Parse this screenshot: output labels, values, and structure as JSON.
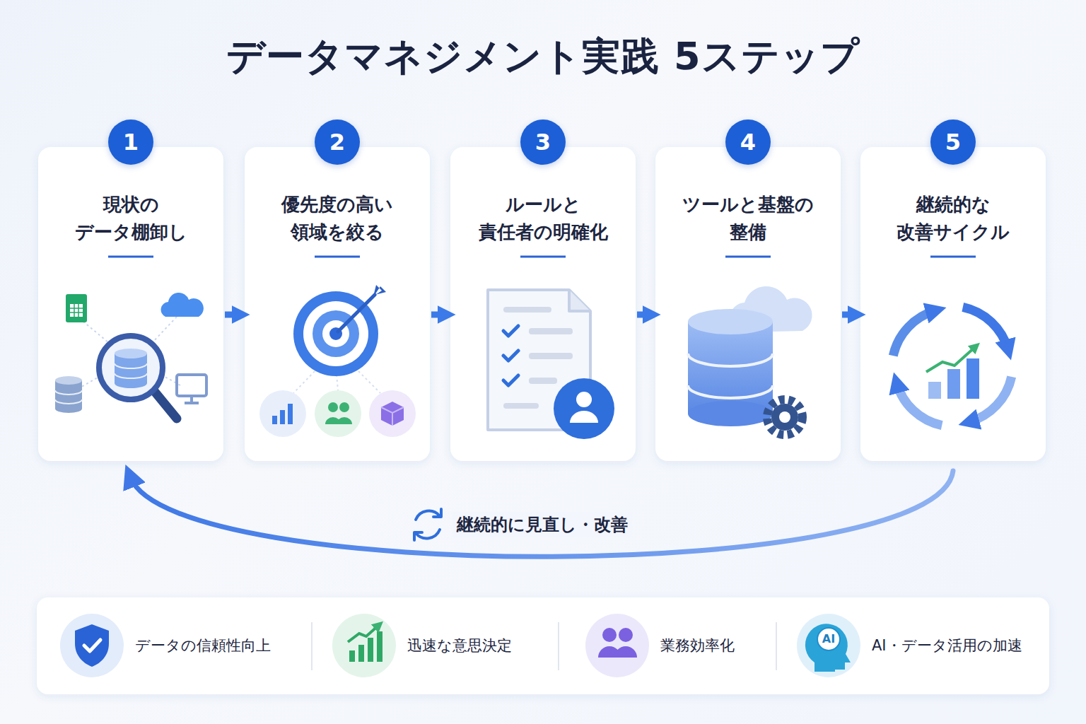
{
  "diagram": {
    "title": "データマネジメント実践 5ステップ",
    "nodes": [
      {
        "text": [
          "現状の データ棚卸し"
        ]
      },
      {
        "text": [
          "1"
        ],
        "in": 0
      },
      {
        "text": [
          "優先度の高い 領域を絞る"
        ]
      },
      {
        "text": [
          "2"
        ],
        "in": 2
      },
      {
        "text": [
          "ルールと 責任者の明確化"
        ]
      },
      {
        "text": [
          "3"
        ],
        "in": 4
      },
      {
        "text": [
          "ツールと基盤の 整備"
        ]
      },
      {
        "text": [
          "4"
        ],
        "in": 6
      },
      {
        "text": [
          "継続的な 改善サイクル"
        ]
      },
      {
        "text": [
          "5"
        ],
        "in": 8
      },
      {
        "text": [
          "データの信頼性向上"
        ]
      },
      {
        "text": [
          "迅速な意思決定"
        ]
      },
      {
        "text": [
          "業務効率化"
        ]
      },
      {
        "text": [
          "AI・データ活用の加速"
        ]
      }
    ],
    "edges": [
      {
        "from": 0,
        "to": 2,
        "arrow": "to"
      },
      {
        "from": 2,
        "to": 4,
        "arrow": "to"
      },
      {
        "from": 4,
        "to": 6,
        "arrow": "to"
      },
      {
        "from": 6,
        "to": 8,
        "arrow": "to"
      },
      {
        "from": 8,
        "to": 0,
        "label": "継続的に見直し・改善",
        "arrow": "to"
      }
    ],
    "labels": [
      "AI"
    ]
  }
}
